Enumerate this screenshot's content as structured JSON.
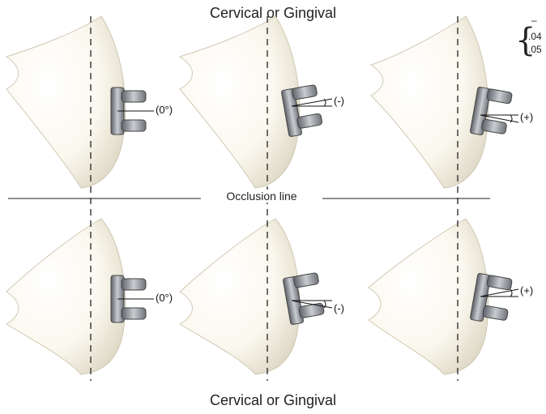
{
  "header": {
    "top_label": "Cervical or Gingival",
    "bottom_label": "Cervical or Gingival"
  },
  "occlusion": {
    "label": "Occlusion line"
  },
  "corner_fragment": {
    "values": [
      ".04",
      ".05"
    ],
    "mark": "–"
  },
  "panels": [
    {
      "row": "top",
      "angle": "(0°)"
    },
    {
      "row": "top",
      "angle": "(-)"
    },
    {
      "row": "top",
      "angle": "(+)"
    },
    {
      "row": "bottom",
      "angle": "(0°)"
    },
    {
      "row": "bottom",
      "angle": "(-)"
    },
    {
      "row": "bottom",
      "angle": "(+)"
    }
  ],
  "colors": {
    "tooth_light": "#fbf8ef",
    "tooth_shade": "#dcd6c2",
    "bracket": "#8a8f96",
    "line": "#222222"
  }
}
